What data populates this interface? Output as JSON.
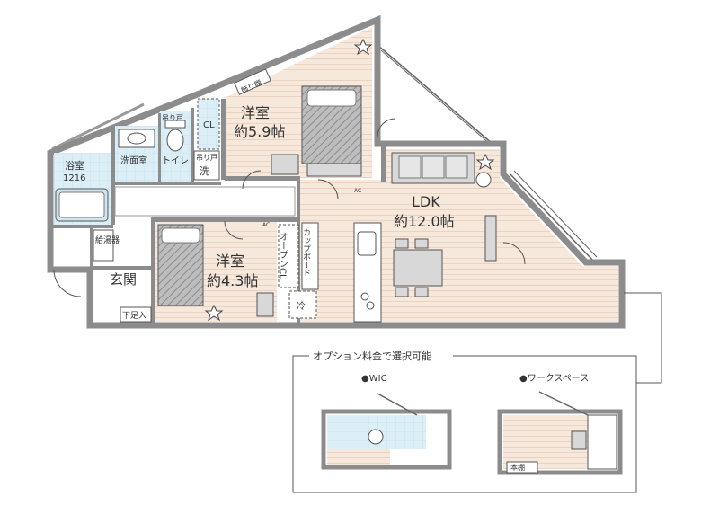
{
  "rooms": {
    "western_room_1": {
      "name": "洋室",
      "size": "約5.9帖"
    },
    "western_room_2": {
      "name": "洋室",
      "size": "約4.3帖"
    },
    "ldk": {
      "name": "LDK",
      "size": "約12.0帖"
    },
    "bath": {
      "name": "浴室",
      "size": "1216"
    },
    "washroom": "洗面室",
    "toilet": "トイレ",
    "entrance": "玄関"
  },
  "fixtures": {
    "closet": "CL",
    "shelf": "飾り棚",
    "storage_door_1": "吊り戸",
    "storage_door_2": "吊り戸",
    "washer": "洗",
    "water_heater": "給湯器",
    "shoe_storage": "下足入",
    "open_closet": "オープンCL",
    "cupboard": "カップボード",
    "fridge": "冷",
    "ac_1": "AC",
    "ac_2": "AC"
  },
  "options": {
    "title": "オプション料金で選択可能",
    "wic": "●WIC",
    "workspace": "●ワークスペース",
    "bookshelf": "本棚"
  },
  "colors": {
    "floor": "#f7e8dc",
    "tile": "#dceef6",
    "wall": "#8c8c8c",
    "furniture": "#d8d8d8"
  }
}
